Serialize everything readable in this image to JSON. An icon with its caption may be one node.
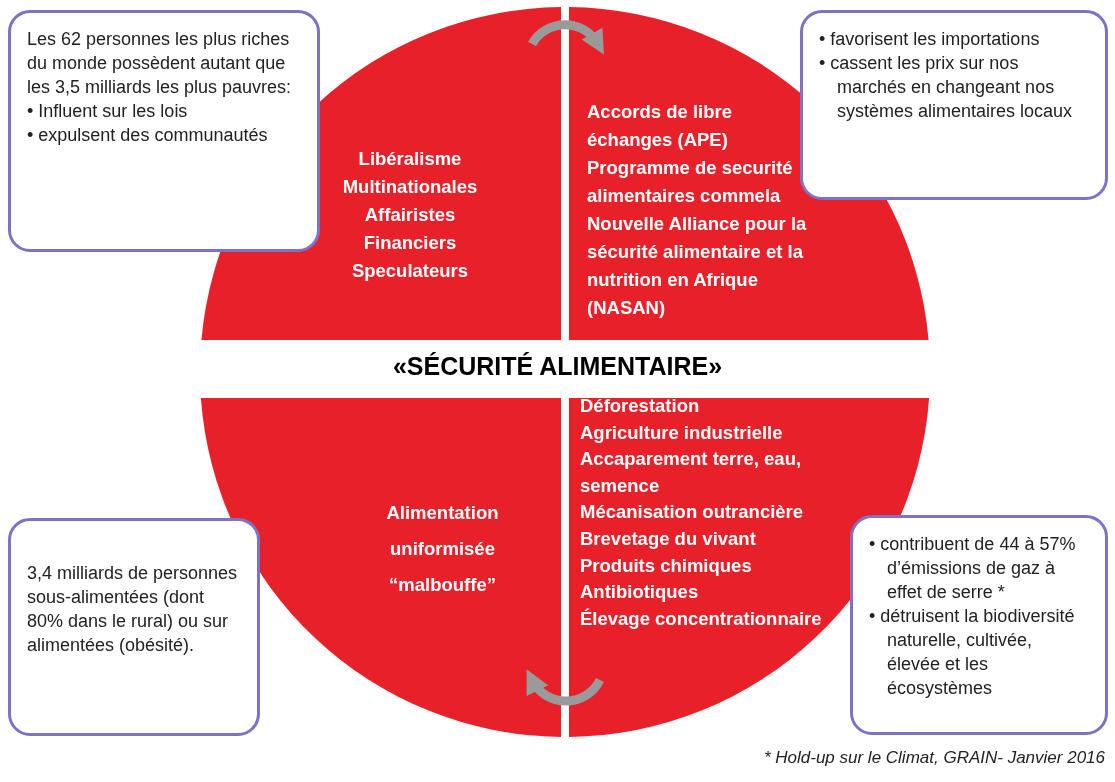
{
  "diagram": {
    "caption": "* Hold-up sur le Climat, GRAIN- Janvier 2016",
    "nodes": [
      {
        "text": [
          "Les 62 personnes les plus riches du monde possèdent autant que les 3,5 milliards les plus pauvres:",
          "• Influent sur les lois",
          "• expulsent des communautés"
        ]
      },
      {
        "text": [
          "• favorisent les importations",
          "• cassent les prix sur nos marchés en changeant nos systèmes alimentaires locaux"
        ]
      },
      {
        "text": [
          "Libéralisme",
          "Multinationales",
          "Affairistes",
          "Financiers",
          "Speculateurs"
        ]
      },
      {
        "text": [
          "Accords de libre échanges (APE)",
          "Programme de securité alimentaires commela Nouvelle Alliance pour la sécurité alimentaire et la nutrition en Afrique (NASAN)"
        ]
      },
      {
        "text": [
          "Alimentation uniformisée “malbouffe”"
        ]
      },
      {
        "text": [
          "Déforestation",
          "Agriculture industrielle",
          "Accaparement terre, eau, semence",
          "Mécanisation outrancière",
          "Brevetage du vivant",
          "Produits chimiques",
          "Antibiotiques",
          "Élevage concentrationnaire"
        ]
      },
      {
        "text": [
          "3,4 milliards de personnes sous-alimentées (dont 80% dans le rural) ou sur alimentées (obésité)."
        ]
      },
      {
        "text": [
          "• contribuent de 44 à 57% d’émissions de gaz à effet de serre *",
          "• détruisent la biodiversité naturelle, cultivée, élevée et les écosystèmes"
        ]
      }
    ],
    "edges": [
      {
        "from": 2,
        "to": 3,
        "arrow": "to"
      },
      {
        "from": 5,
        "to": 4,
        "arrow": "to"
      }
    ],
    "labels": [
      "«SÉCURITÉ ALIMENTAIRE»"
    ]
  }
}
